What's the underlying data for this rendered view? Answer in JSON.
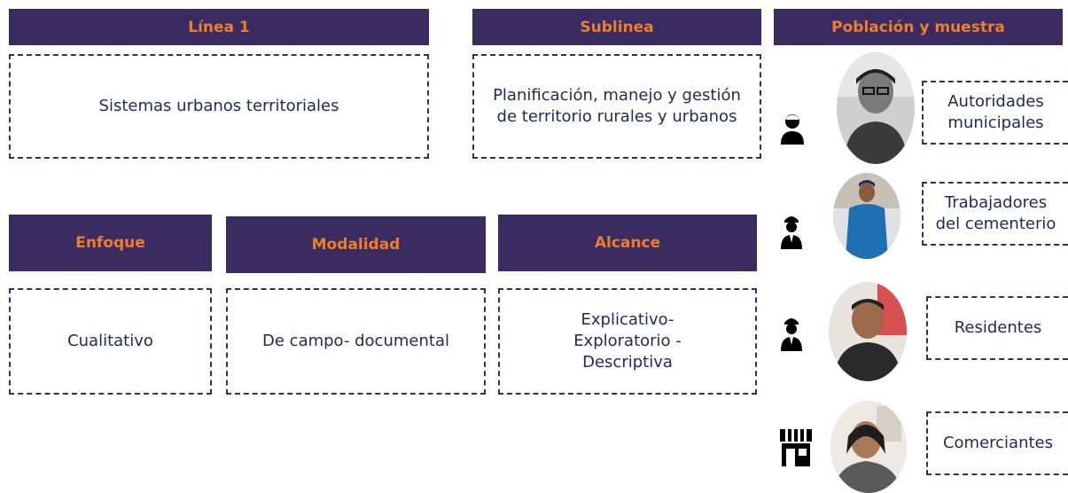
{
  "linea": {
    "header": "Línea 1",
    "text": "Sistemas urbanos territoriales"
  },
  "sublinea": {
    "header": "Sublinea",
    "text": "Planificación, manejo y gestión de territorio rurales y urbanos"
  },
  "enfoque": {
    "header": "Enfoque",
    "text": "Cualitativo"
  },
  "modalidad": {
    "header": "Modalidad",
    "text": "De campo- documental"
  },
  "alcance": {
    "header": "Alcance",
    "text": "Explicativo-Exploratorio - Descriptiva"
  },
  "poblacion": {
    "header": "Población y muestra",
    "items": [
      {
        "label": "Autoridades municipales",
        "icon": "person-icon"
      },
      {
        "label": "Trabajadores del cementerio",
        "icon": "worker-icon"
      },
      {
        "label": "Residentes",
        "icon": "worker-icon"
      },
      {
        "label": "Comerciantes",
        "icon": "store-icon"
      }
    ]
  },
  "colors": {
    "header_bg": "#3a2b61",
    "header_text": "#ef7e2a",
    "body_text": "#1f2a57"
  }
}
